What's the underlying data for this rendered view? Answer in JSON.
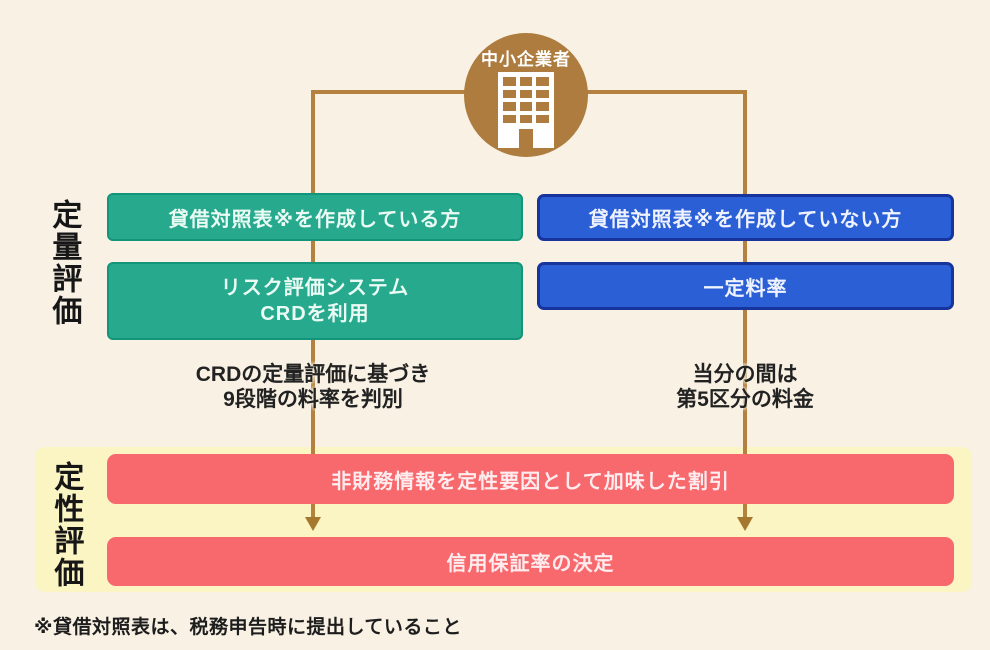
{
  "page": {
    "background_color": "#f8f1e4"
  },
  "circle": {
    "label": "中小企業者",
    "icon": "building-icon",
    "color": "#ad7c3e"
  },
  "rows": {
    "quantitative": {
      "label": "定量評価"
    },
    "qualitative": {
      "label": "定性評価"
    }
  },
  "left_path": {
    "box1": {
      "label": "貸借対照表※を作成している方",
      "color": "#27a98e"
    },
    "box2": {
      "line1": "リスク評価システム",
      "line2": "CRDを利用",
      "color": "#27a98e"
    },
    "note": {
      "line1": "CRDの定量評価に基づき",
      "line2": "9段階の料率を判別"
    }
  },
  "right_path": {
    "box1": {
      "label": "貸借対照表※を作成していない方",
      "color": "#2b5fd6"
    },
    "box2": {
      "label": "一定料率",
      "color": "#2b5fd6"
    },
    "note": {
      "line1": "当分の間は",
      "line2": "第5区分の料金"
    }
  },
  "qualitative_band": {
    "background": "#fbf4c3",
    "box1": {
      "label": "非財務情報を定性要因として加味した割引",
      "color": "#f7696d"
    },
    "box2": {
      "label": "信用保証率の決定",
      "color": "#f7696d"
    }
  },
  "connectors": {
    "color": "#b5813f"
  },
  "footnote": "※貸借対照表は、税務申告時に提出していること"
}
